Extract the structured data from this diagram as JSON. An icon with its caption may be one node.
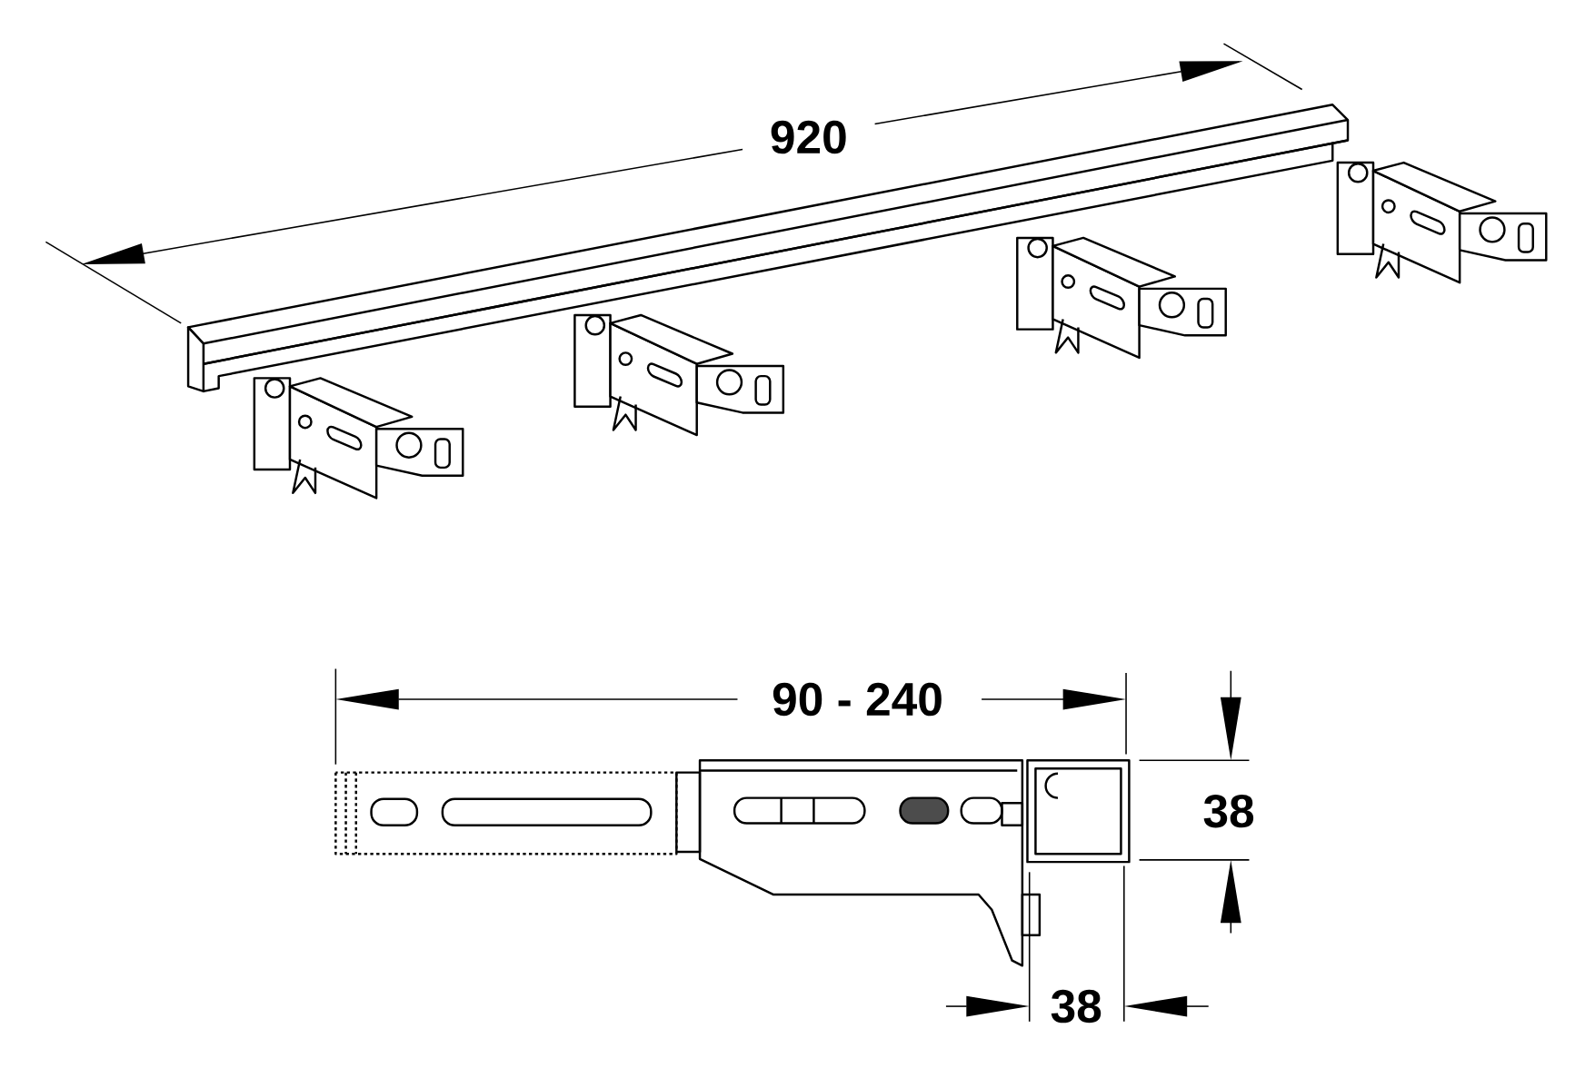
{
  "diagram": {
    "labels": [
      "920",
      "90 - 240",
      "38",
      "38"
    ]
  }
}
